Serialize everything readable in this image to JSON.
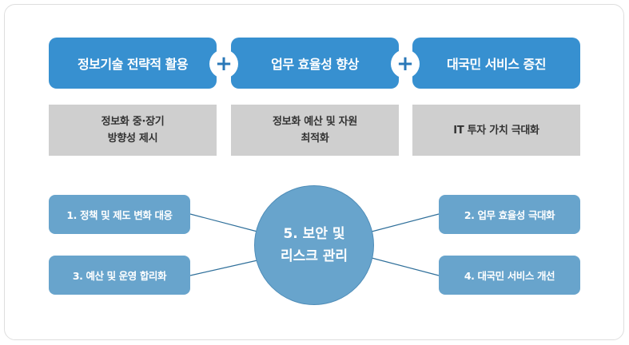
{
  "goals": [
    {
      "label": "정보기술 전략적 활용"
    },
    {
      "label": "업무 효율성 향상"
    },
    {
      "label": "대국민 서비스 증진"
    }
  ],
  "connector_symbol": "+",
  "outcomes": [
    {
      "label": "정보화 중·장기\n방향성 제시"
    },
    {
      "label": "정보화 예산 및 자원\n최적화"
    },
    {
      "label": "IT 투자 가치 극대화"
    }
  ],
  "center": {
    "label": "5. 보안 및\n리스크 관리"
  },
  "spokes": [
    {
      "label": "1. 정책 및 제도 변화 대응"
    },
    {
      "label": "2. 업무 효율성 극대화"
    },
    {
      "label": "3. 예산 및 운영 합리화"
    },
    {
      "label": "4. 대국민 서비스 개선"
    }
  ],
  "colors": {
    "goal_blue": "#3790d0",
    "plus_blue": "#2a78b8",
    "outcome_gray": "#cfcfcf",
    "spoke_blue": "#68a4cc",
    "line": "#2f6f9a"
  }
}
